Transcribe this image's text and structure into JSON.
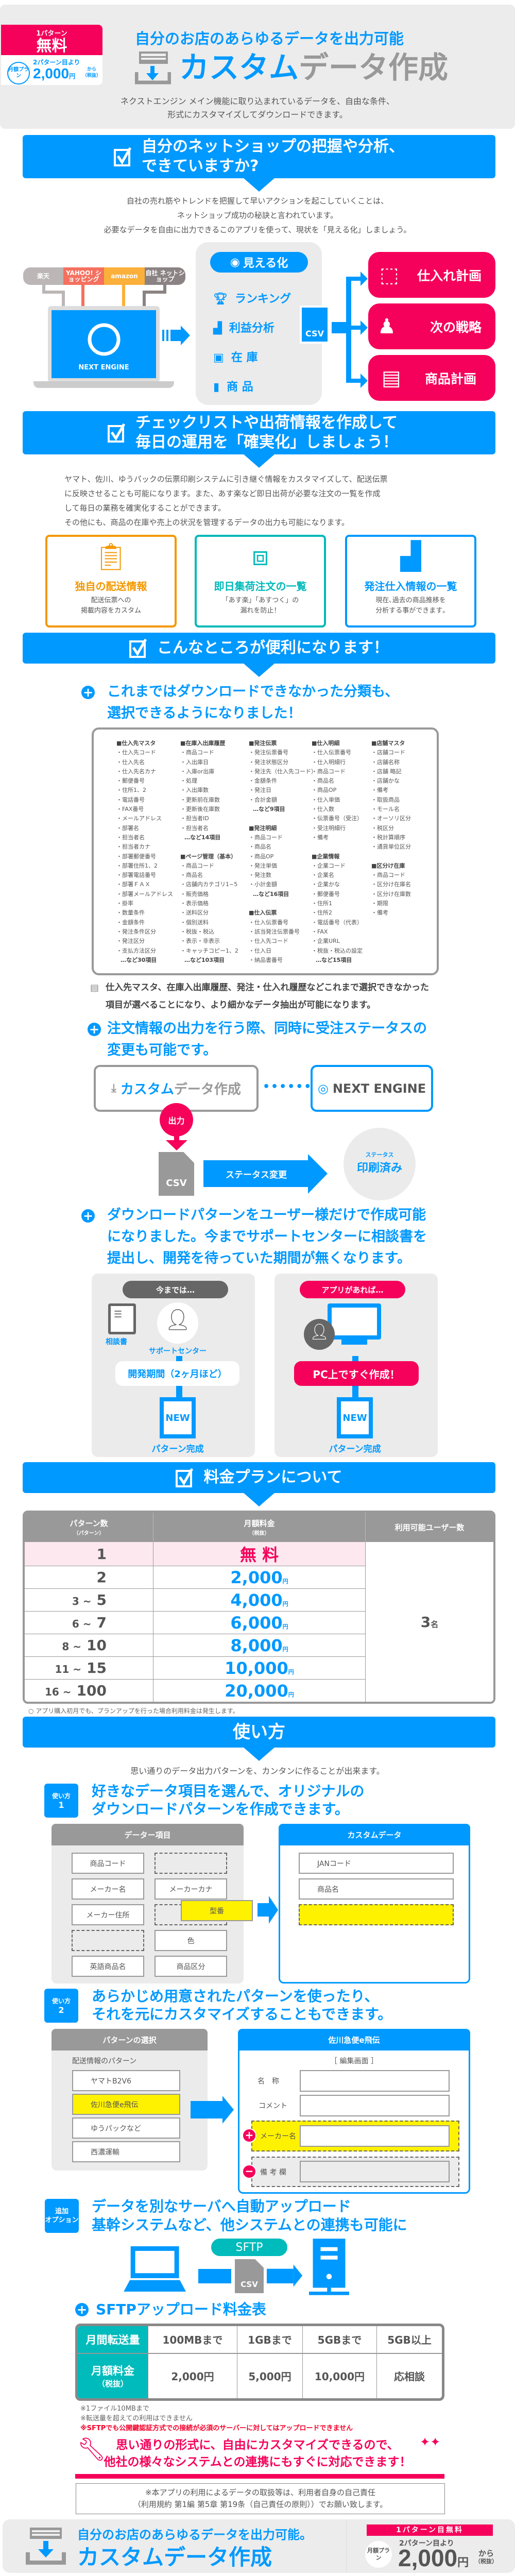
{
  "hero": {
    "badge_top": "1パターン",
    "badge_main": "無料",
    "plan_circle": "月額プラン",
    "from_label": "2パターン目より",
    "price": "2,000",
    "yen": "円",
    "kara": "から",
    "tax": "（税抜）",
    "tagline": "自分のお店のあらゆるデータを出力可能",
    "title_blue": "カスタム",
    "title_gray": "データ作成",
    "desc": [
      "ネクストエンジン メイン機能に取り込まれているデータを、自由な条件、",
      "形式にカスタマイズしてダウンロードできます。"
    ]
  },
  "section1": {
    "title": [
      "自分のネットショップの把握や分析、",
      "できていますか?"
    ],
    "paragraph": [
      "自社の売れ筋やトレンドを把握して早いアクションを起こしていくことは、",
      "ネットショップ成功の秘訣と言われています。",
      "必要なデータを自由に出力できるこのアプリを使って、現状を「見える化」しましょう。"
    ],
    "diagram": {
      "malls": [
        "楽天",
        "YAHOO! ショッピング",
        "amazon",
        "自社 ネットショップ"
      ],
      "laptop_label": "NEXT ENGINE",
      "visualize": "見える化",
      "items": [
        "ランキング",
        "利益分析",
        "在 庫",
        "商 品"
      ],
      "csv": "CSV",
      "outcomes": [
        "仕入れ計画",
        "次の戦略",
        "商品計画"
      ]
    }
  },
  "section2": {
    "title": [
      "チェックリストや出荷情報を作成して",
      "毎日の運用を「確実化」しましょう！"
    ],
    "paragraph": [
      "ヤマト、佐川、ゆうパックの伝票印刷システムに引き継ぐ情報をカスタマイズして、配送伝票",
      "に反映させることも可能になります。また、あす楽など即日出荷が必要な注文の一覧を作成",
      "して毎日の業務を確実化することができます。",
      "その他にも、商品の在庫や売上の状況を管理するデータの出力も可能になります。"
    ],
    "cards": [
      {
        "title": "独自の配送情報",
        "desc": [
          "配送伝票への",
          "掲載内容をカスタム"
        ],
        "color": "#f39800"
      },
      {
        "title": "即日集荷注文の一覧",
        "desc": [
          "「あす楽」「あすつく」の",
          "漏れを防止！"
        ],
        "color": "#00b9b9"
      },
      {
        "title": "発注仕入情報の一覧",
        "desc": [
          "現在､過去の商品推移を",
          "分析する事ができます｡"
        ],
        "color": "#0099ff"
      }
    ]
  },
  "section3": {
    "title": "こんなところが便利になります！",
    "sub1": {
      "title": [
        "これまではダウンロードできなかった分類も、",
        "選択できるようになりました！"
      ],
      "columns": [
        [
          "■仕入先マスタ",
          "・仕入先コード",
          "・仕入先名",
          "・仕入先名カナ",
          "・郵便番号",
          "・住所1、2",
          "・電話番号",
          "・FAX番号",
          "・メールアドレス",
          "・部署名",
          "・担当者名",
          "・担当者カナ",
          "・部署郵便番号",
          "・部署住所1、2",
          "・部署電話番号",
          "・部署ＦＡＸ",
          "・部署メールアドレス",
          "・掛率",
          "・数量条件",
          "・金額条件",
          "・発注条件区分",
          "・発注区分",
          "・支払方法区分",
          "…など30項目"
        ],
        [
          "■在庫入出庫履歴",
          "・商品コード",
          "・入出庫日",
          "・入庫or出庫",
          "・処理",
          "・入出庫数",
          "・更新前在庫数",
          "・更新後在庫数",
          "・担当者ID",
          "・担当者名",
          "…など14項目",
          "",
          "■ページ管理（基本）",
          "・商品コード",
          "・商品名",
          "・店舗内カテゴリ1~5",
          "・販売価格",
          "・表示価格",
          "・送料区分",
          "・個別送料",
          "・税抜・税込",
          "・表示・非表示",
          "・キャッチコピー1、2",
          "…など103項目"
        ],
        [
          "■発注伝票",
          "・発注伝票番号",
          "・発注状態区分",
          "・発注先（仕入先コード）",
          "・金額条件",
          "・発注日",
          "・合計金額",
          "…など9項目",
          "",
          "■発注明細",
          "・商品コード",
          "・商品名",
          "・商品OP",
          "・発注単価",
          "・発注数",
          "・小計金額",
          "…など16項目",
          "",
          "■仕入伝票",
          "・仕入伝票番号",
          "・該当発注伝票番号",
          "・仕入先コード",
          "・仕入日",
          "・納品書番号"
        ],
        [
          "■仕入明細",
          "・仕入伝票番号",
          "・仕入明細行",
          "・商品コード",
          "・商品名",
          "・商品OP",
          "・仕入単価",
          "・仕入数",
          "・伝票番号（受注）",
          "・受注明細行",
          "・備考",
          "",
          "■企業情報",
          "・企業コード",
          "・企業名",
          "・企業かな",
          "・郵便番号",
          "・住所1",
          "・住所2",
          "・電話番号（代表）",
          "・FAX",
          "・企業URL",
          "・税抜・税込の設定",
          "…など15項目"
        ],
        [
          "■店舗マスタ",
          "・店舗コード",
          "・店舗名称",
          "・店舗 略記",
          "・店舗かな",
          "・備考",
          "・取扱商品",
          "・モール名",
          "・オーソリ区分",
          "・税区分",
          "・税計算順序",
          "・通貨単位区分",
          "",
          "■区分け在庫",
          "・商品コード",
          "・区分け在庫名",
          "・区分け在庫数",
          "・期限",
          "・備考"
        ]
      ],
      "note": [
        "仕入先マスタ、在庫入出庫履歴、発注・仕入れ履歴などこれまで選択できなかった",
        "項目が選べることになり、より細かなデータ抽出が可能になります。"
      ]
    },
    "sub2": {
      "title": [
        "注文情報の出力を行う際、同時に受注ステータスの",
        "変更も可能です。"
      ],
      "app_label_blue": "カスタム",
      "app_label_gray": "データ作成",
      "ne_label": "NEXT ENGINE",
      "output": "出力",
      "csv": "CSV",
      "arrow": "ステータス変更",
      "status_small": "ステータス",
      "status": "印刷済み"
    },
    "sub3": {
      "title": [
        "ダウンロードパターンをユーザー様だけで作成可能",
        "になりました。今までサポートセンターに相談書を",
        "提出し、開発を待っていた期間が無くなります。"
      ],
      "before": {
        "pill": "今までは…",
        "doc": "相談書",
        "center": "サポートセンター",
        "period": "開発期間（2ヶ月ほど）",
        "new": "NEW",
        "result": "パターン完成"
      },
      "after": {
        "pill": "アプリがあれば…",
        "action": "PC上ですぐ作成！",
        "new": "NEW",
        "result": "パターン完成"
      }
    }
  },
  "pricing": {
    "title": "料金プランについて",
    "headers": [
      {
        "main": "パターン数",
        "sub": "（パターン）"
      },
      {
        "main": "月額料金",
        "sub": "（税抜）"
      },
      {
        "main": "利用可能ユーザー数",
        "sub": ""
      }
    ],
    "rows": [
      {
        "from": "",
        "to": "1",
        "price": "無 料",
        "unit": ""
      },
      {
        "from": "",
        "to": "2",
        "price": "2,000",
        "unit": "円"
      },
      {
        "from": "3 ~",
        "to": "5",
        "price": "4,000",
        "unit": "円"
      },
      {
        "from": "6 ~",
        "to": "7",
        "price": "6,000",
        "unit": "円"
      },
      {
        "from": "8 ~",
        "to": "10",
        "price": "8,000",
        "unit": "円"
      },
      {
        "from": "11 ~",
        "to": "15",
        "price": "10,000",
        "unit": "円"
      },
      {
        "from": "16 ~",
        "to": "100",
        "price": "20,000",
        "unit": "円"
      }
    ],
    "users": "3",
    "users_unit": "名",
    "note": "○ アプリ購入初月でも、プランアップを行った場合利用料金は発生します。"
  },
  "usage": {
    "title": "使い方",
    "intro": "思い通りのデータ出力パターンを、カンタンに作ることが出来ます。",
    "step1": {
      "badge": [
        "使い方",
        "1"
      ],
      "title": [
        "好きなデータ項目を選んで、オリジナルの",
        "ダウンロードパターンを作成できます。"
      ],
      "left_header": "データー項目",
      "items": [
        "商品コード",
        "",
        "メーカー名",
        "メーカーカナ",
        "メーカー住所",
        "",
        "",
        "色",
        "英語商品名",
        "商品区分"
      ],
      "dragging": "型番",
      "right_header": "カスタムデータ",
      "right_items": [
        "JANコード",
        "商品名"
      ]
    },
    "step2": {
      "badge": [
        "使い方",
        "2"
      ],
      "title": [
        "あらかじめ用意されたパターンを使ったり、",
        "それを元にカスタマイズすることもできます。"
      ],
      "left_header": "パターンの選択",
      "group": "配送情報のパターン",
      "patterns": [
        "ヤマトB2V6",
        "佐川急便e飛伝",
        "ゆうパックなど",
        "西濃運輸"
      ],
      "right_header": "佐川急便e飛伝",
      "edit_label": "［ 編集画面 ］",
      "fields": [
        "名　称",
        "コメント"
      ],
      "add_field": "メーカー名",
      "remove_field": "備 考 欄"
    },
    "option": {
      "badge": [
        "追加",
        "オプション"
      ],
      "title": [
        "データを別なサーバへ自動アップロード",
        "基幹システムなど、他システムとの連携も可能に"
      ],
      "sftp": "SFTP",
      "csv": "CSV"
    },
    "sftp_table": {
      "title": "SFTPアップロード料金表",
      "row1_label": "月間転送量",
      "row1": [
        "100MBまで",
        "1GBまで",
        "5GBまで",
        "5GB以上"
      ],
      "row2_label": "月額料金",
      "row2_sub": "（税抜）",
      "row2": [
        "2,000円",
        "5,000円",
        "10,000円",
        "応相談"
      ],
      "notes": [
        "※1ファイル10MBまで",
        "※転送量を超えての利用はできません",
        "※SFTPでも公開鍵認証方式での接続が必須のサーバーに対してはアップロードできません"
      ]
    },
    "message": [
      "思い通りの形式に、自由にカスタマイズできるので、",
      "他社の様々なシステムとの連携にもすぐに対応できます！"
    ]
  },
  "disclaimer": [
    "※本アプリの利用によるデータの取扱等は、利用者自身の自己責任",
    "（利用規約 第1編 第5章 第19条（自己責任の原則））でお願い致します。"
  ],
  "footer": {
    "tagline": "自分のお店のあらゆるデータを出力可能。",
    "title": "カスタムデータ作成",
    "badge": "1パターン目無料",
    "plan_circle": "月額プラン",
    "from_label": "2パターン目より",
    "price": "2,000",
    "yen": "円",
    "kara": "から",
    "tax": "（税抜）"
  },
  "colors": {
    "blue": "#0099ff",
    "pink": "#f5005a",
    "gray": "#999999",
    "teal": "#00bbbb",
    "orange": "#f39800",
    "yellow": "#fff200"
  }
}
